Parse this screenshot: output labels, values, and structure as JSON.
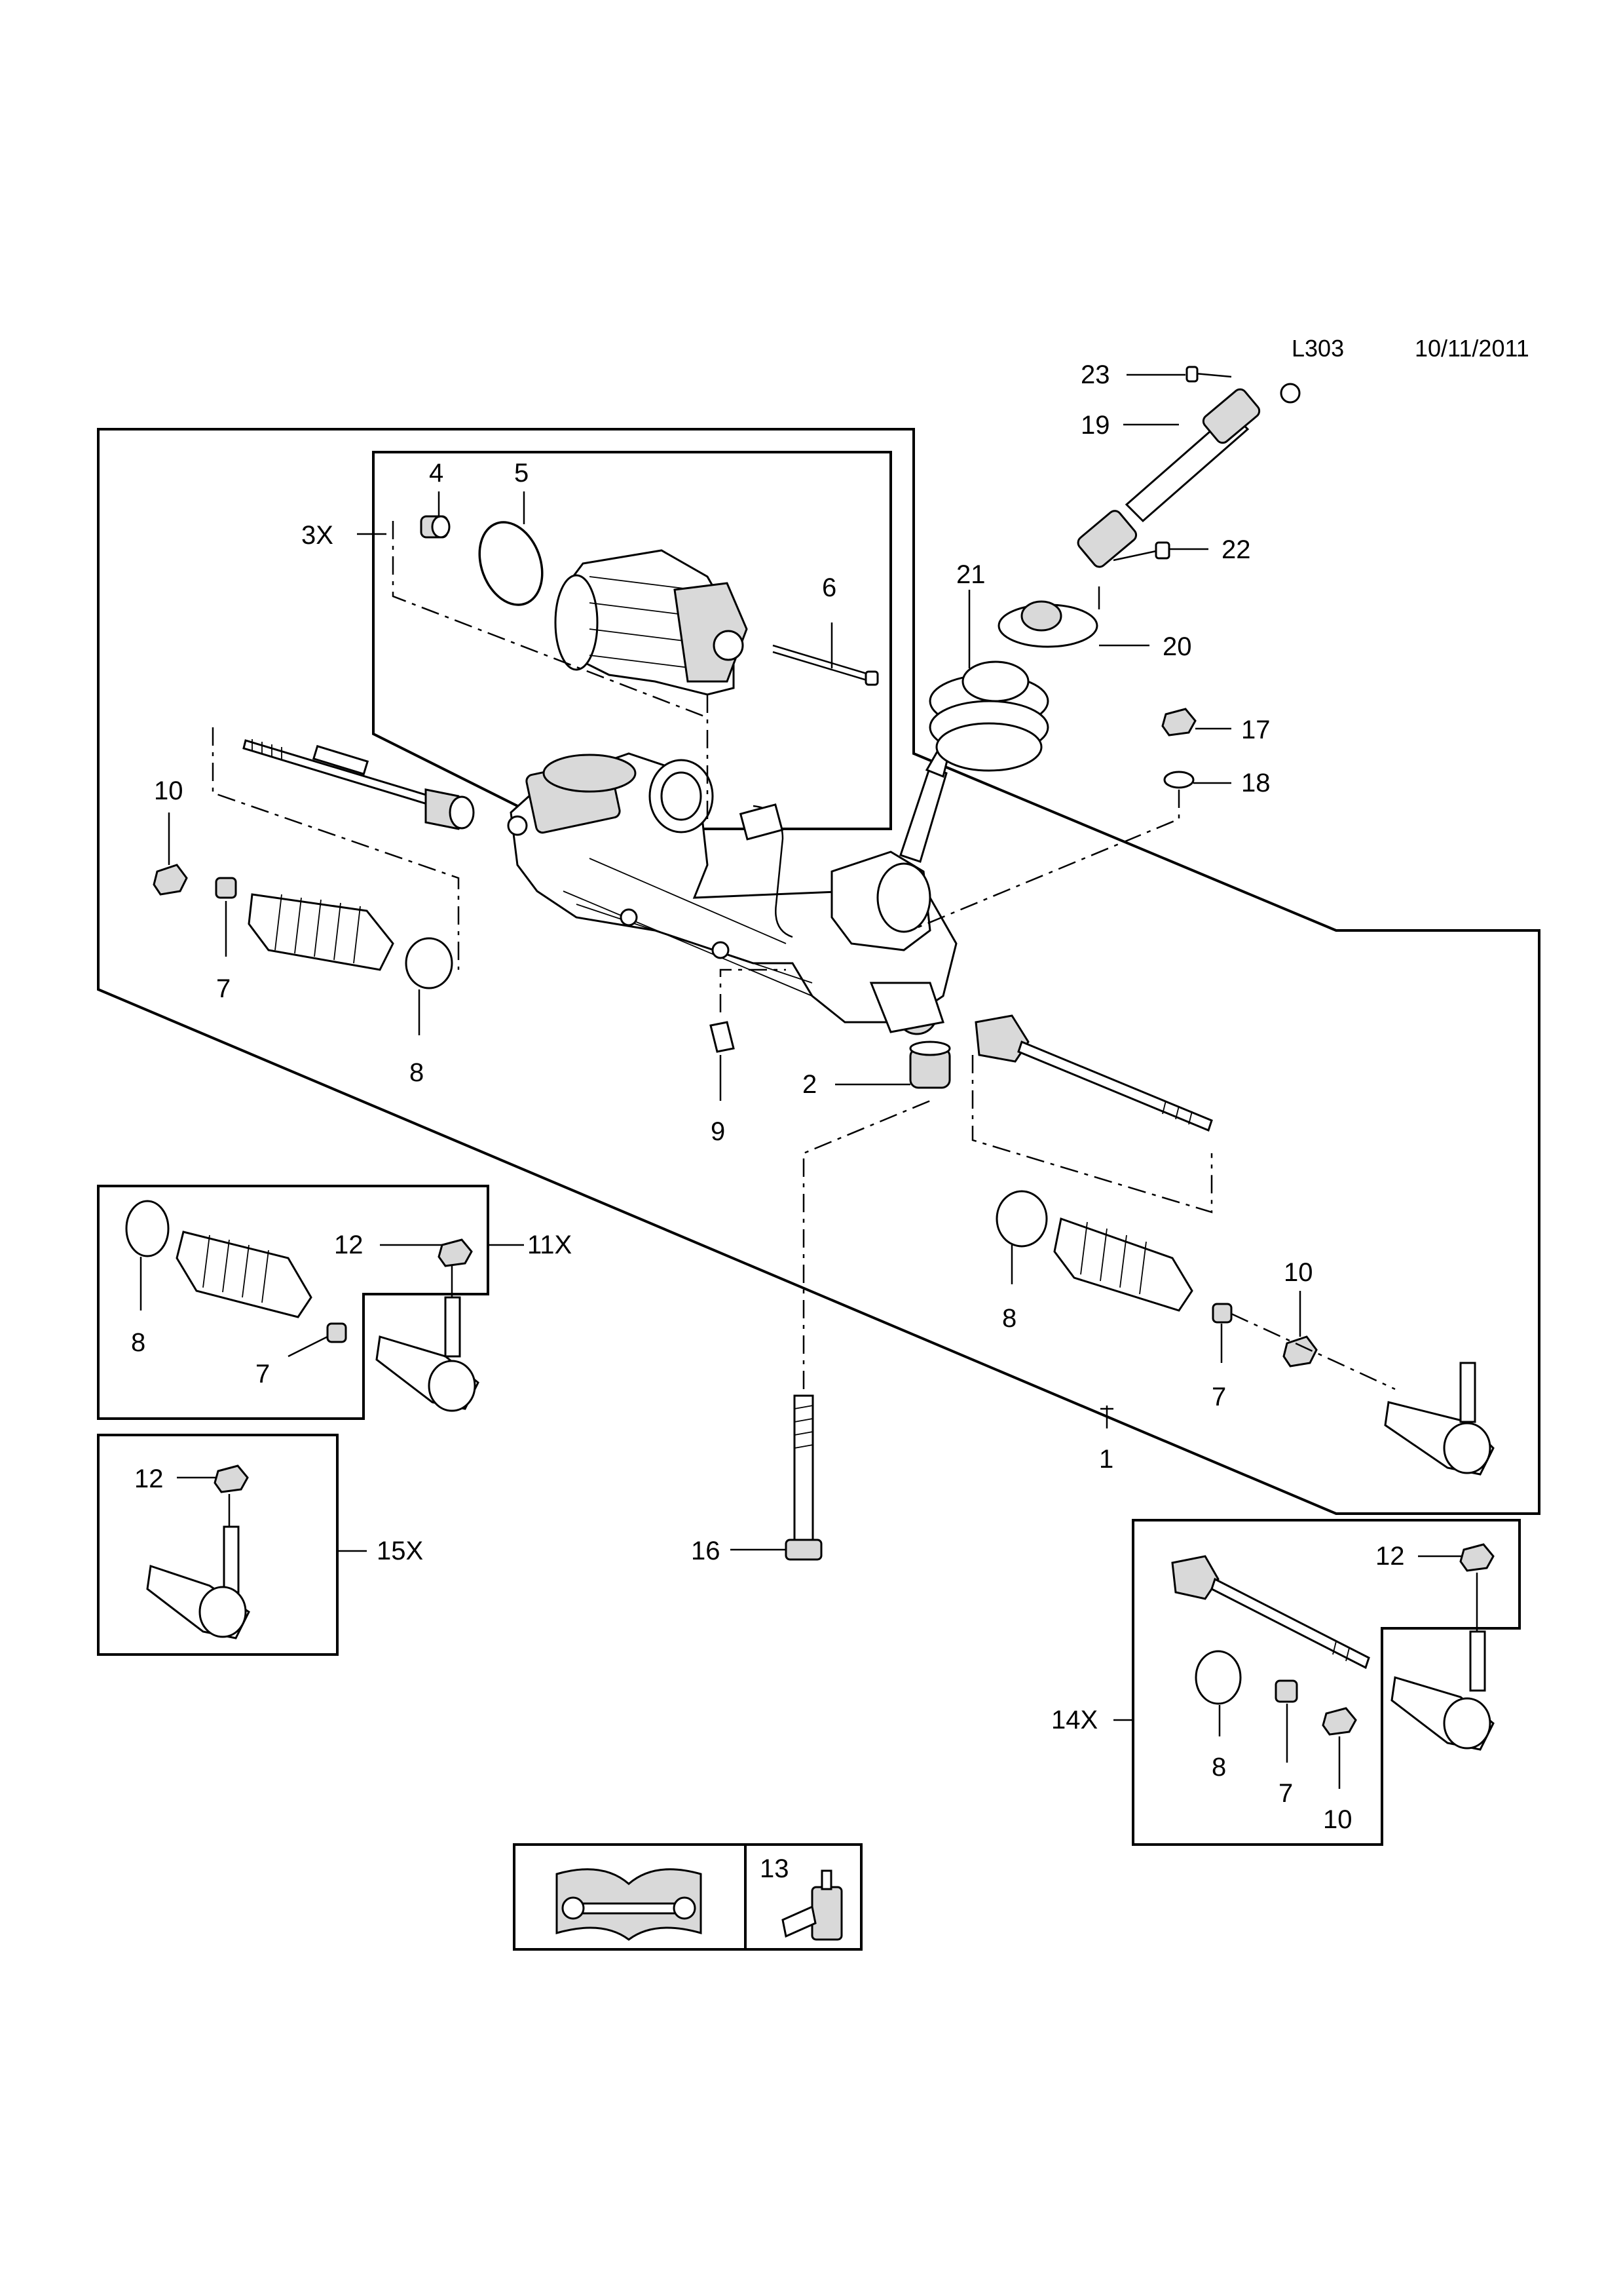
{
  "header": {
    "code": "L303",
    "date": "10/11/2011"
  },
  "callouts": {
    "c1": "1",
    "c2": "2",
    "c3x": "3X",
    "c4": "4",
    "c5": "5",
    "c6": "6",
    "c7a": "7",
    "c7b": "7",
    "c7c": "7",
    "c7d": "7",
    "c8a": "8",
    "c8b": "8",
    "c8c": "8",
    "c8d": "8",
    "c9": "9",
    "c10a": "10",
    "c10b": "10",
    "c10c": "10",
    "c11x": "11X",
    "c12a": "12",
    "c12b": "12",
    "c12c": "12",
    "c13": "13",
    "c14x": "14X",
    "c15x": "15X",
    "c16": "16",
    "c17": "17",
    "c18": "18",
    "c19": "19",
    "c20": "20",
    "c21": "21",
    "c22": "22",
    "c23": "23"
  },
  "icons": {
    "manual": "wrench-book-icon",
    "sealant": "sealant-bottle-icon"
  },
  "colors": {
    "line": "#000000",
    "background": "#ffffff",
    "shade": "#d9d9d9"
  }
}
